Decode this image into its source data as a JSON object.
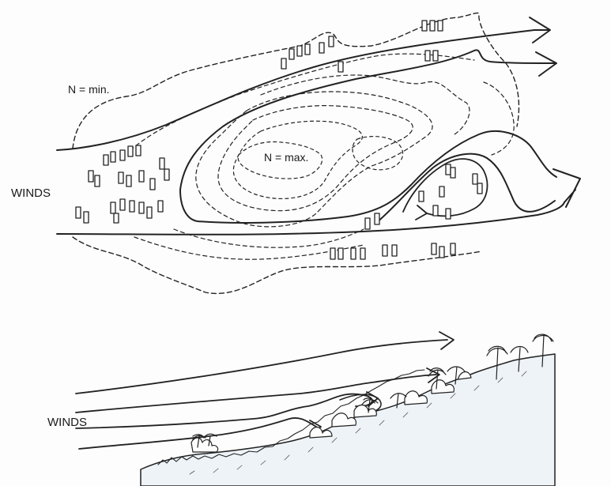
{
  "labels": {
    "n_min": "N = min.",
    "n_max": "N = max.",
    "winds_top": "WINDS",
    "winds_bottom": "WINDS"
  }
}
